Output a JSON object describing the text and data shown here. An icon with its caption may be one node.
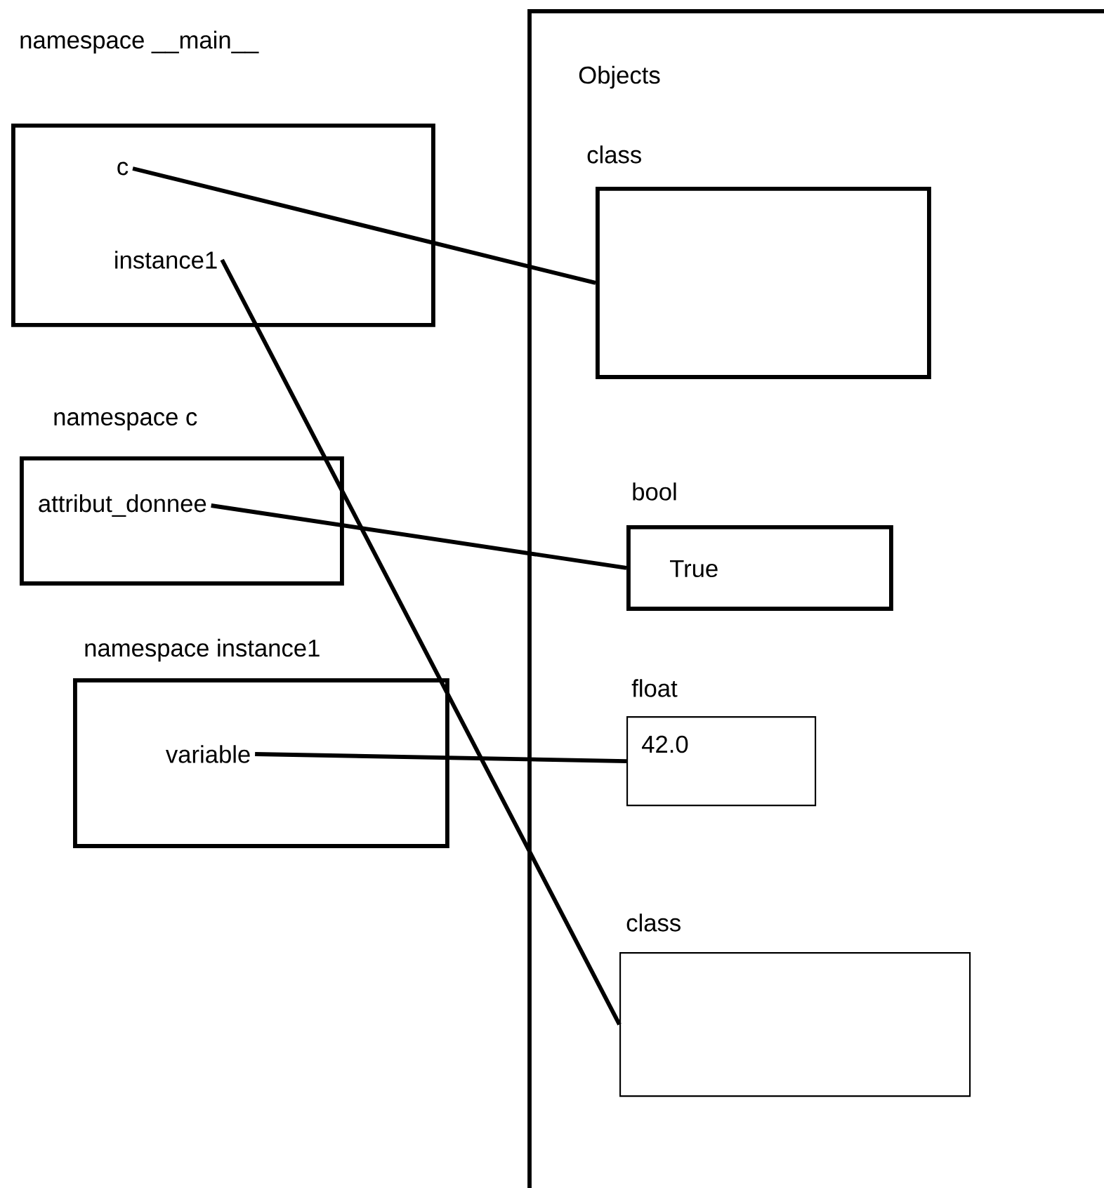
{
  "diagram": {
    "nodes": [
      {
        "text": [
          "namespace __main__"
        ]
      },
      {
        "text": [
          "c"
        ],
        "in": 0
      },
      {
        "text": [
          "instance1"
        ],
        "in": 0
      },
      {
        "text": [
          "namespace c"
        ]
      },
      {
        "text": [
          "attribut_donnee"
        ],
        "in": 3
      },
      {
        "text": [
          "namespace instance1"
        ]
      },
      {
        "text": [
          "variable"
        ],
        "in": 5
      },
      {
        "text": [
          "Objects"
        ]
      },
      {
        "text": [
          "class"
        ],
        "in": 7
      },
      {
        "text": [
          "bool",
          "True"
        ],
        "in": 7
      },
      {
        "text": [
          "float",
          "42.0"
        ],
        "in": 7
      },
      {
        "text": [
          "class"
        ],
        "in": 7
      }
    ],
    "edges": [
      {
        "from": 1,
        "to": 8,
        "arrow": "none"
      },
      {
        "from": 2,
        "to": 11,
        "arrow": "none"
      },
      {
        "from": 4,
        "to": 9,
        "arrow": "none"
      },
      {
        "from": 6,
        "to": 10,
        "arrow": "none"
      }
    ]
  }
}
